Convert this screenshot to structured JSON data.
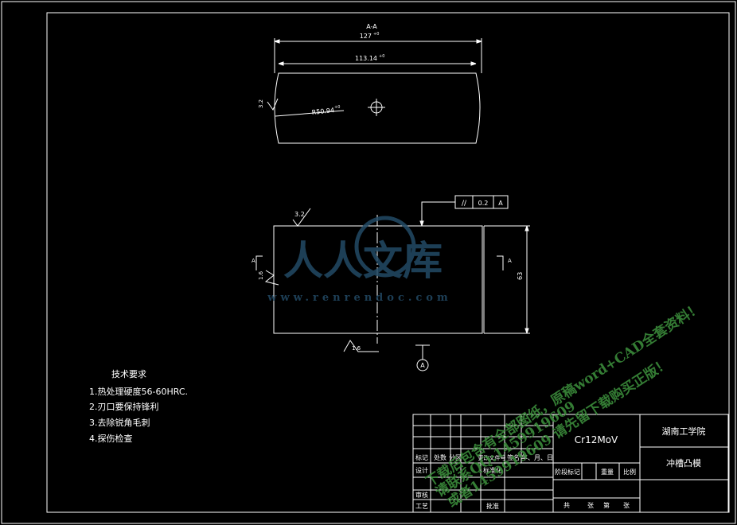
{
  "section_label": "A-A",
  "dim_overall": "127",
  "dim_overall_tol": "+0",
  "dim_inner": "113.14",
  "dim_inner_tol": "+0",
  "dim_radius": "R50.94",
  "dim_radius_tol": "+0",
  "rough_side": "3.2",
  "rough_top": "3.2",
  "rough_left": "1.6",
  "rough_bottom": "1.6",
  "tolerance_symbol": "//",
  "tolerance_value": "0.2",
  "tolerance_datum": "A",
  "section_mark": "A",
  "dim_height": "63",
  "datum_letter": "A",
  "notes_title": "技术要求",
  "notes": [
    "1.热处理硬度56-60HRC.",
    "2.刃口要保持锋利",
    "3.去除锐角毛刺",
    "4.探伤检查"
  ],
  "title_block": {
    "material": "Cr12MoV",
    "school": "湖南工学院",
    "part_name": "冲槽凸模",
    "row_labels": [
      "标记",
      "处数",
      "分区",
      "更改文件号",
      "签名",
      "年、月、日"
    ],
    "design": "设计",
    "standardization": "标准化",
    "check": "审核",
    "process": "工艺",
    "approve": "批准",
    "stage_mark": "阶段标记",
    "weight": "重量",
    "scale": "比例",
    "total": "共",
    "sheets": "张",
    "sheet_no": "第",
    "sheet_unit": "张"
  },
  "watermark": {
    "logo_text": "人人文库",
    "url": "www.renrendoc.com",
    "line1": "下载后包含有全部图纸，原稿word+CAD全套资料！",
    "line2": "请联系QQ:1459919609",
    "line3": "或者1459919609  请先留下载购买正版！"
  }
}
